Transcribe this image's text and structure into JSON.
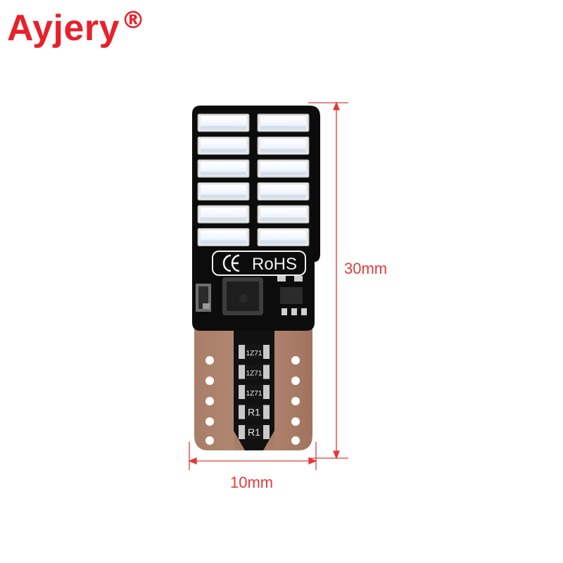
{
  "brand": {
    "name": "Ayjery",
    "mark": "®",
    "color": "#e8202a"
  },
  "board": {
    "marking_text": "RoHS",
    "resistors": [
      "1Z71",
      "1Z71",
      "1Z71",
      "R1",
      "R1"
    ],
    "led_rows": 6,
    "led_columns": 2
  },
  "dimensions": {
    "height_label": "30mm",
    "width_label": "10mm",
    "color": "#e23a3a"
  }
}
